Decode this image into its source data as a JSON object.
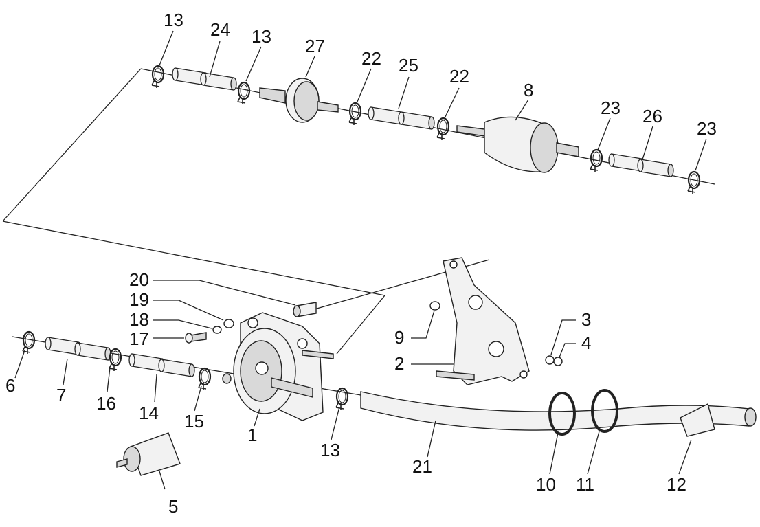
{
  "callouts": {
    "c1": "1",
    "c2": "2",
    "c3": "3",
    "c4": "4",
    "c5": "5",
    "c6": "6",
    "c7": "7",
    "c8": "8",
    "c9": "9",
    "c10": "10",
    "c11": "11",
    "c12": "12",
    "c13a": "13",
    "c13b": "13",
    "c13c": "13",
    "c14": "14",
    "c15": "15",
    "c16": "16",
    "c17": "17",
    "c18": "18",
    "c19": "19",
    "c20": "20",
    "c21": "21",
    "c22a": "22",
    "c22b": "22",
    "c23a": "23",
    "c23b": "23",
    "c24": "24",
    "c25": "25",
    "c26": "26",
    "c27": "27"
  },
  "colors": {
    "line": "#222222",
    "part_fill": "#f2f2f2",
    "shade": "#d9d9d9",
    "background": "#ffffff"
  }
}
